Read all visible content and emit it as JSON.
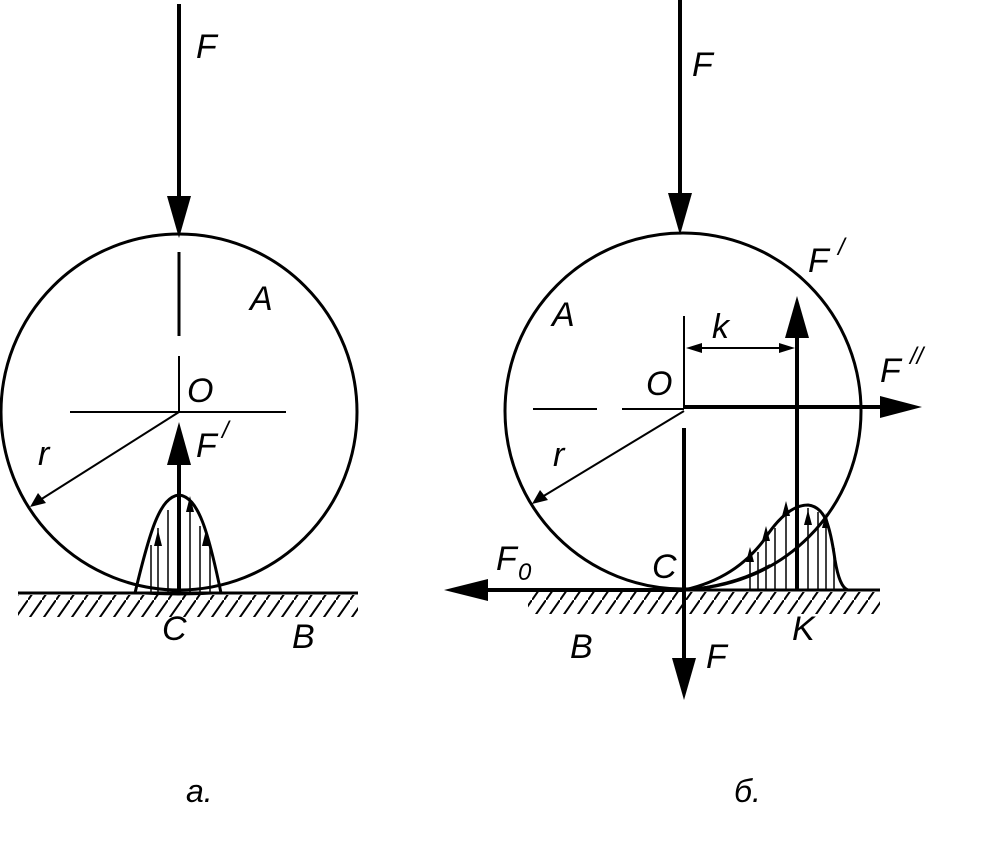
{
  "figure_a": {
    "label_F_top": "F",
    "label_A": "A",
    "label_O": "O",
    "label_Fprime": "F",
    "label_Fprime_mark": "/",
    "label_r": "r",
    "label_C": "C",
    "label_B": "B",
    "caption": "а."
  },
  "figure_b": {
    "label_F_top": "F",
    "label_Fprime": "F",
    "label_Fprime_mark": "/",
    "label_A": "A",
    "label_k": "k",
    "label_O": "O",
    "label_Fdouble": "F",
    "label_Fdouble_mark": "//",
    "label_r": "r",
    "label_F0": "F",
    "label_F0_sub": "0",
    "label_C": "C",
    "label_B": "B",
    "label_K": "K",
    "label_F_bottom": "F",
    "caption": "б."
  }
}
